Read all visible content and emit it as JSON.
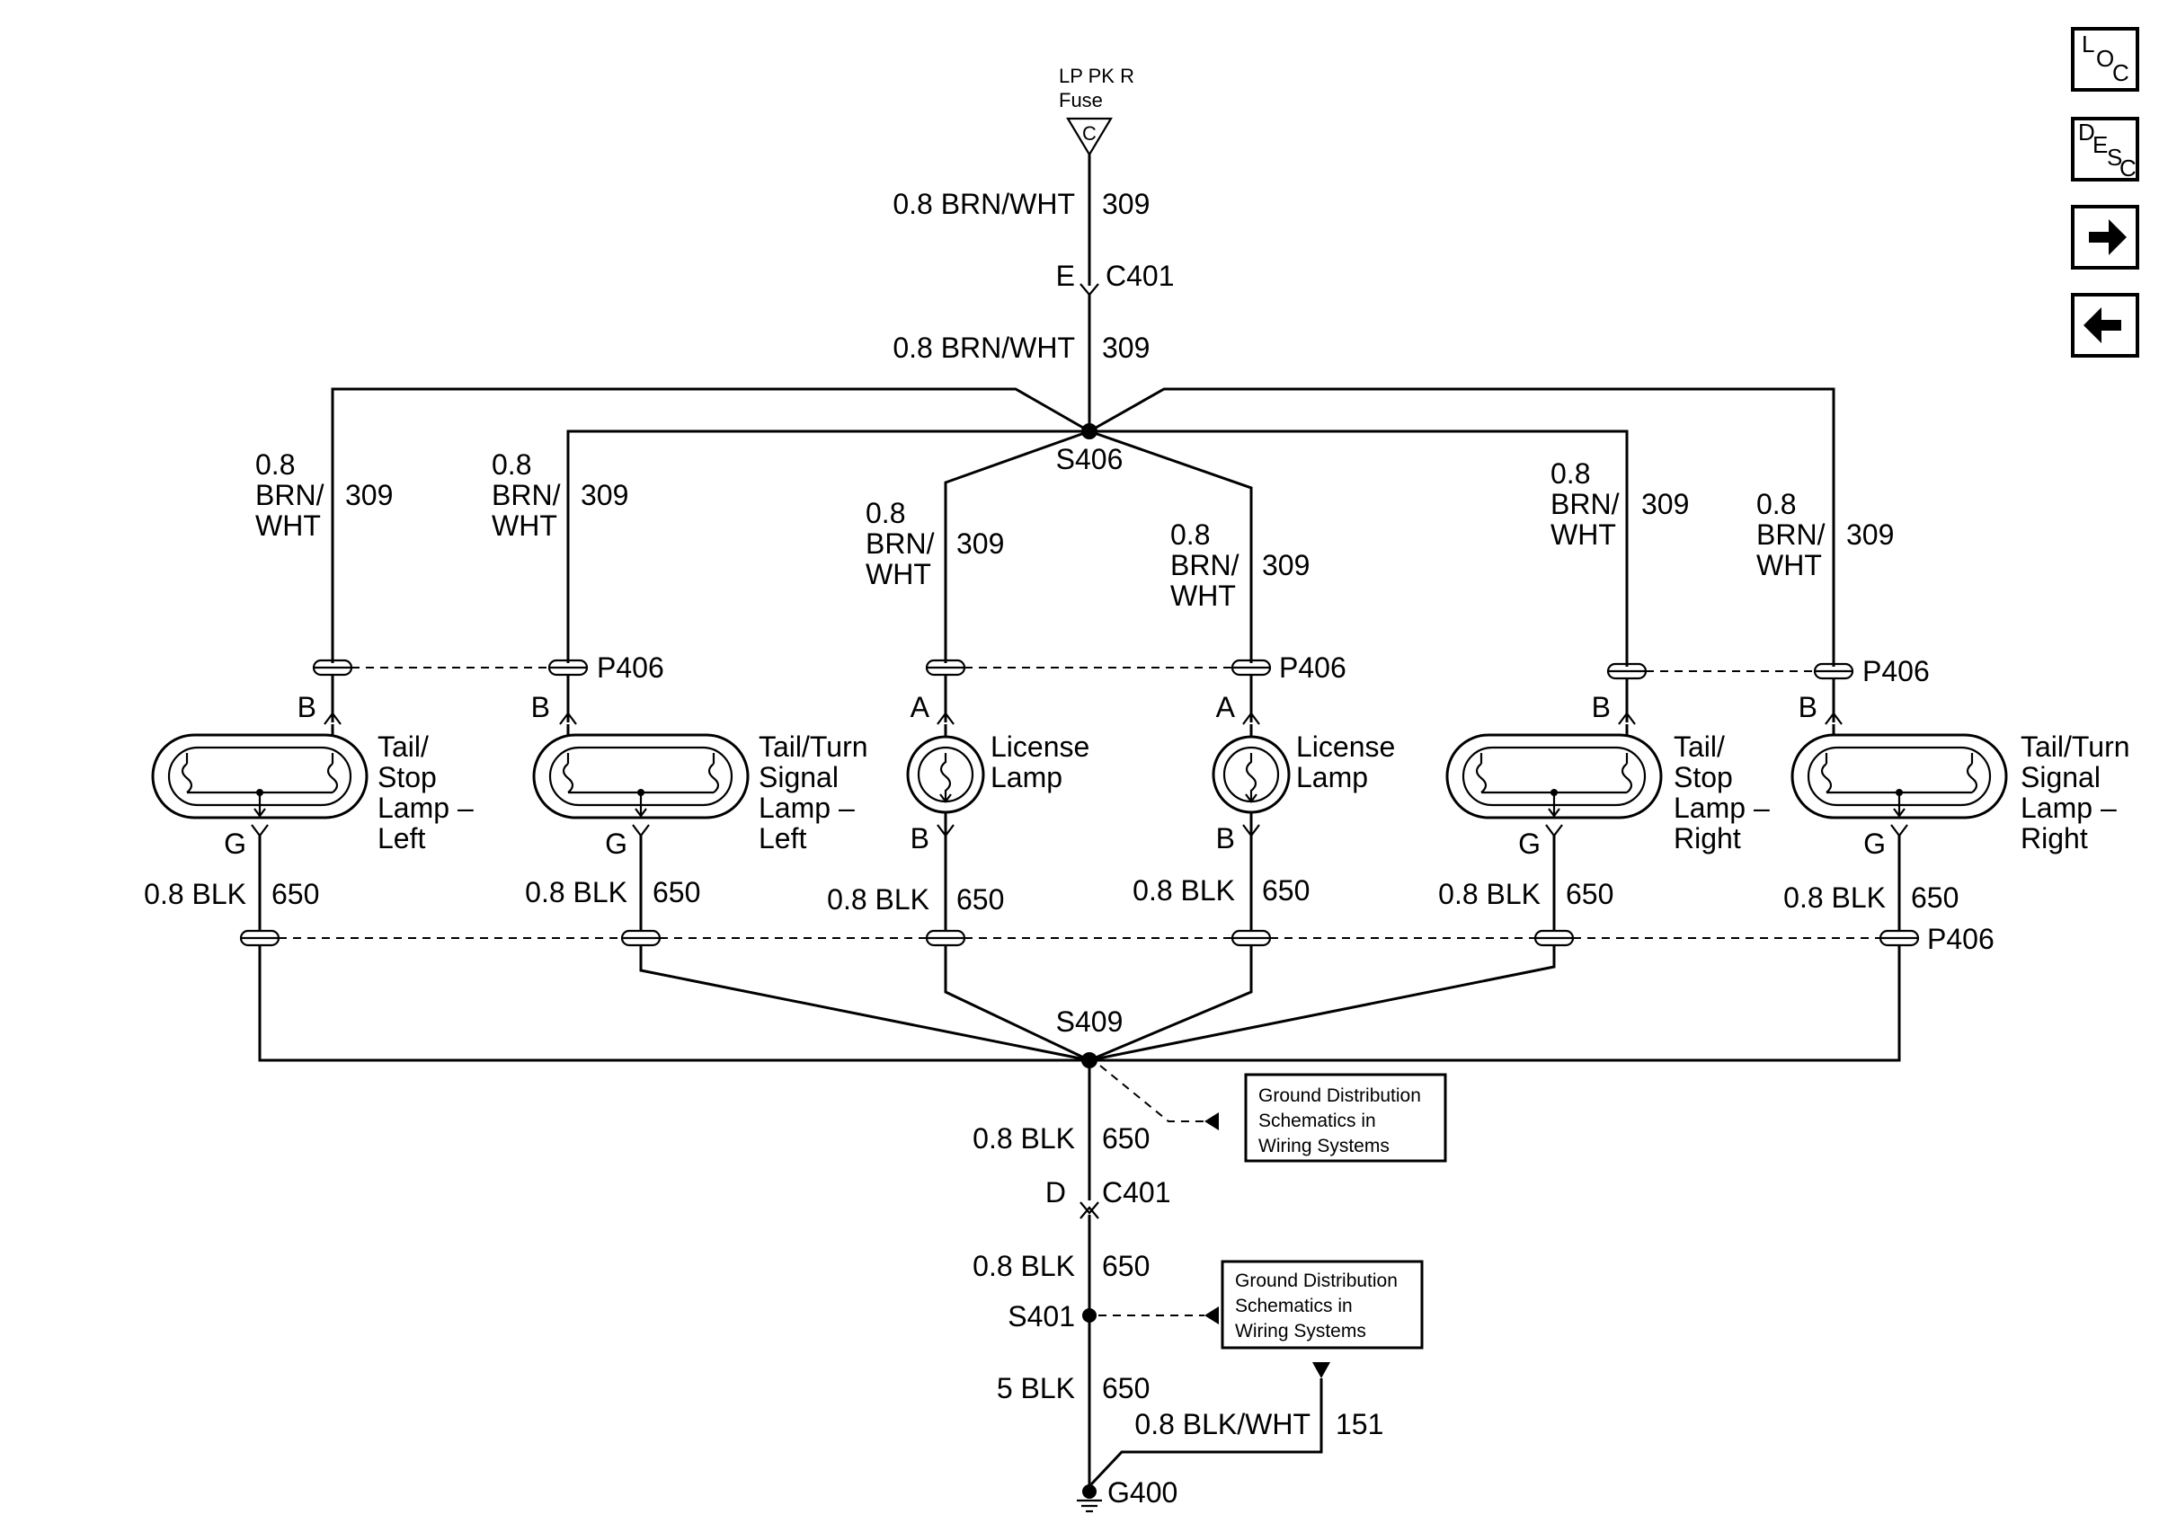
{
  "fuse": {
    "line1": "LP PK R",
    "line2": "Fuse",
    "terminal": "C"
  },
  "top_wire": {
    "gauge_color": "0.8 BRN/WHT",
    "circuit": "309"
  },
  "c401_top": {
    "pin": "E",
    "connector": "C401"
  },
  "mid_wire": {
    "gauge_color": "0.8 BRN/WHT",
    "circuit": "309"
  },
  "splice_power": "S406",
  "branch": {
    "line1": "0.8",
    "line2": "BRN/",
    "line3": "WHT",
    "circuit": "309"
  },
  "connector_p406": "P406",
  "lamps": [
    {
      "in_pin": "B",
      "out_pin": "G",
      "name": [
        "Tail/",
        "Stop",
        "Lamp –",
        "Left"
      ]
    },
    {
      "in_pin": "B",
      "out_pin": "G",
      "name": [
        "Tail/Turn",
        "Signal",
        "Lamp –",
        "Left"
      ]
    },
    {
      "in_pin": "A",
      "out_pin": "B",
      "name": [
        "License",
        "Lamp"
      ]
    },
    {
      "in_pin": "A",
      "out_pin": "B",
      "name": [
        "License",
        "Lamp"
      ]
    },
    {
      "in_pin": "B",
      "out_pin": "G",
      "name": [
        "Tail/",
        "Stop",
        "Lamp –",
        "Right"
      ]
    },
    {
      "in_pin": "B",
      "out_pin": "G",
      "name": [
        "Tail/Turn",
        "Signal",
        "Lamp –",
        "Right"
      ]
    }
  ],
  "ground_branch": {
    "gauge_color": "0.8 BLK",
    "circuit": "650"
  },
  "splice_ground": "S409",
  "ref_box": {
    "line1": "Ground Distribution",
    "line2": "Schematics in",
    "line3": "Wiring Systems"
  },
  "gnd_wire1": {
    "gauge_color": "0.8 BLK",
    "circuit": "650"
  },
  "c401_bottom": {
    "pin": "D",
    "connector": "C401"
  },
  "gnd_wire2": {
    "gauge_color": "0.8 BLK",
    "circuit": "650"
  },
  "splice_s401": "S401",
  "gnd_wire3": {
    "gauge_color": "5 BLK",
    "circuit": "650"
  },
  "gnd_wire4": {
    "gauge_color": "0.8 BLK/WHT",
    "circuit": "151"
  },
  "ground": "G400",
  "nav": {
    "loc": [
      "L",
      "O",
      "C"
    ],
    "desc": [
      "D",
      "E",
      "S",
      "C"
    ],
    "next_icon": "arrow-right",
    "prev_icon": "arrow-left"
  }
}
